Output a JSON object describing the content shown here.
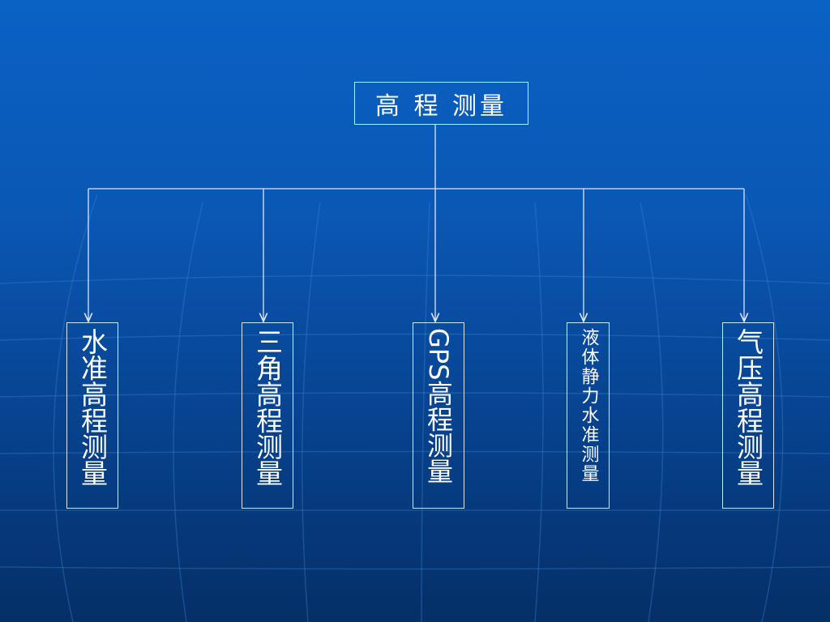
{
  "root": {
    "label": "高 程 测量"
  },
  "children": [
    {
      "label": "水准高程测量"
    },
    {
      "label": "三角高程测量"
    },
    {
      "label": "GPS高程测量"
    },
    {
      "label": "液体静力水准测量"
    },
    {
      "label": "气压高程测量"
    }
  ],
  "colors": {
    "background_top": "#0a62c4",
    "background_bottom": "#052f66",
    "lines": "#dbe6f5",
    "text": "#ffffff"
  }
}
